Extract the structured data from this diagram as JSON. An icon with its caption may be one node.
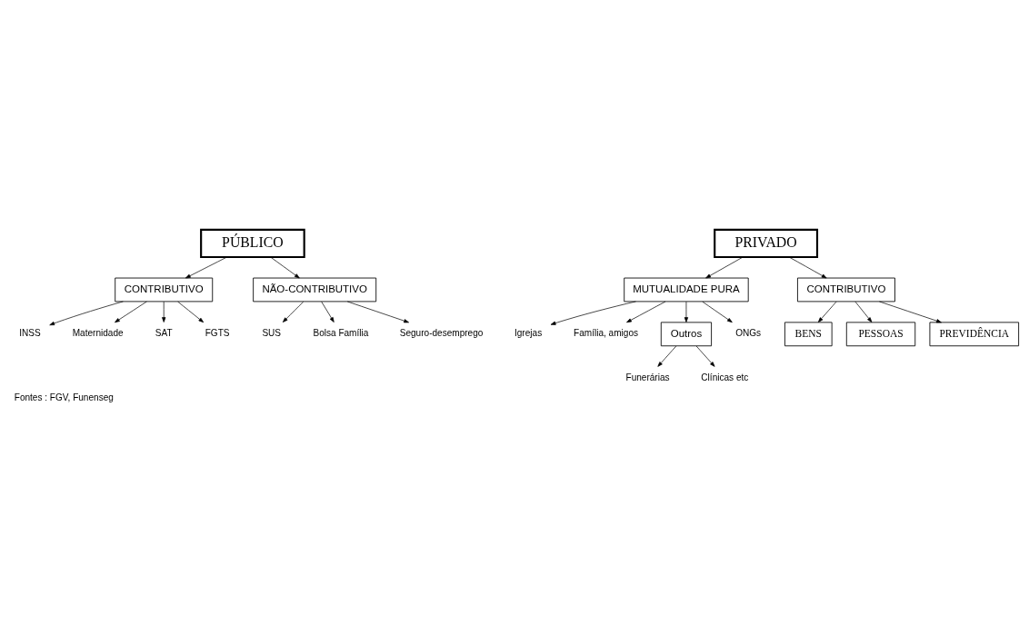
{
  "diagram": {
    "caption": "Fontes : FGV, Funenseg",
    "nodes": [
      {
        "text": [
          "PÚBLICO"
        ]
      },
      {
        "text": [
          "PRIVADO"
        ]
      },
      {
        "text": [
          "CONTRIBUTIVO"
        ]
      },
      {
        "text": [
          "NÃO-CONTRIBUTIVO"
        ]
      },
      {
        "text": [
          "MUTUALIDADE PURA"
        ]
      },
      {
        "text": [
          "CONTRIBUTIVO"
        ]
      },
      {
        "text": [
          "INSS"
        ]
      },
      {
        "text": [
          "Maternidade"
        ]
      },
      {
        "text": [
          "SAT"
        ]
      },
      {
        "text": [
          "FGTS"
        ]
      },
      {
        "text": [
          "SUS"
        ]
      },
      {
        "text": [
          "Bolsa Família"
        ]
      },
      {
        "text": [
          "Seguro-desemprego"
        ]
      },
      {
        "text": [
          "Igrejas"
        ]
      },
      {
        "text": [
          "Família, amigos"
        ]
      },
      {
        "text": [
          "Outros"
        ]
      },
      {
        "text": [
          "ONGs"
        ]
      },
      {
        "text": [
          "Funerárias"
        ]
      },
      {
        "text": [
          "Clínicas etc"
        ]
      },
      {
        "text": [
          "BENS"
        ]
      },
      {
        "text": [
          "PESSOAS"
        ]
      },
      {
        "text": [
          "PREVIDÊNCIA"
        ]
      }
    ],
    "edges": [
      {
        "from": 0,
        "to": 2,
        "arrow": "to"
      },
      {
        "from": 0,
        "to": 3,
        "arrow": "to"
      },
      {
        "from": 1,
        "to": 4,
        "arrow": "to"
      },
      {
        "from": 1,
        "to": 5,
        "arrow": "to"
      },
      {
        "from": 2,
        "to": 6,
        "arrow": "to"
      },
      {
        "from": 2,
        "to": 7,
        "arrow": "to"
      },
      {
        "from": 2,
        "to": 8,
        "arrow": "to"
      },
      {
        "from": 2,
        "to": 9,
        "arrow": "to"
      },
      {
        "from": 3,
        "to": 10,
        "arrow": "to"
      },
      {
        "from": 3,
        "to": 11,
        "arrow": "to"
      },
      {
        "from": 3,
        "to": 12,
        "arrow": "to"
      },
      {
        "from": 4,
        "to": 13,
        "arrow": "to"
      },
      {
        "from": 4,
        "to": 14,
        "arrow": "to"
      },
      {
        "from": 4,
        "to": 15,
        "arrow": "to"
      },
      {
        "from": 4,
        "to": 16,
        "arrow": "to"
      },
      {
        "from": 15,
        "to": 17,
        "arrow": "to"
      },
      {
        "from": 15,
        "to": 18,
        "arrow": "to"
      },
      {
        "from": 5,
        "to": 21,
        "arrow": "to"
      },
      {
        "from": 5,
        "to": 20,
        "arrow": "to"
      },
      {
        "from": 5,
        "to": 19,
        "arrow": "to"
      }
    ]
  }
}
